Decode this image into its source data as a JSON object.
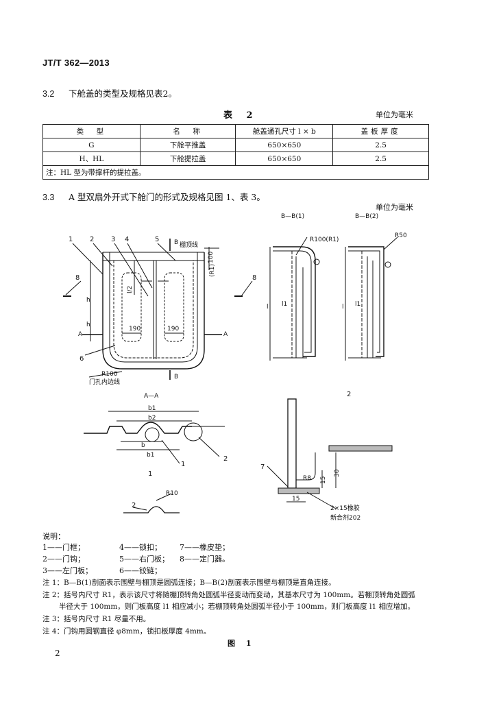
{
  "header": "JT/T 362—2013",
  "sec32": {
    "num": "3.2",
    "text": "下舱盖的类型及规格见表2。"
  },
  "table2": {
    "caption": "表 2",
    "unit": "单位为毫米",
    "headers": [
      "类　型",
      "名　称",
      "舱盖通孔尺寸 l × b",
      "盖板厚度"
    ],
    "rows": [
      [
        "G",
        "下舱平推盖",
        "650×650",
        "2.5"
      ],
      [
        "H、HL",
        "下舱提拉盖",
        "650×650",
        "2.5"
      ]
    ],
    "note": "注：HL 型为带撑杆的提拉盖。"
  },
  "sec33": {
    "num": "3.3",
    "text": "A 型双扇外开式下舱门的形式及规格见图 1、表 3。"
  },
  "fig_unit": "单位为毫米",
  "fig": {
    "bb1": "B—B(1)",
    "bb2": "B—B(2)",
    "aa": "A—A",
    "r100r1": "R100(R1)",
    "r50": "R50",
    "r100": "R100",
    "r10": "R10",
    "ceiling_line": "棚顶线",
    "door_edge": "门孔内边线",
    "dim_190a": "190",
    "dim_190b": "190",
    "dim_100": "100",
    "dim_r1": "(R1)",
    "dim_l": "l",
    "dim_l1": "l1",
    "dim_l2": "l/2",
    "dim_h": "h",
    "dim_b": "b",
    "dim_b1": "b1",
    "dim_b2": "b2",
    "dim_30": "30",
    "dim_15a": "15",
    "dim_15b": "15",
    "dim_r8": "R8",
    "rubber": "2×15橡胶",
    "glue": "新合剂202",
    "label_A": "A",
    "label_B": "B",
    "callouts": [
      "1",
      "2",
      "3",
      "4",
      "5",
      "6",
      "7",
      "8"
    ],
    "detail1": "1",
    "detail2": "2"
  },
  "legend": {
    "title": "说明：",
    "rows": [
      [
        "1——门框；",
        "4——锁扣；",
        "7——橡皮垫；"
      ],
      [
        "2——门钩；",
        "5——右门板；",
        "8——定门器。"
      ],
      [
        "3——左门板；",
        "6——铰链；",
        ""
      ]
    ]
  },
  "notes": [
    "注 1：B—B(1)剖面表示围壁与棚顶是圆弧连接；B—B(2)剖面表示围壁与棚顶是直角连接。",
    "注 2：括号内尺寸 R1，表示该尺寸将随棚顶转角处圆弧半径变动而变动，其基本尺寸为 100mm。若棚顶转角处圆弧",
    "半径大于 100mm，则门板高度 l1 相应减小；若棚顶转角处圆弧半径小于 100mm，则门板高度 l1 相应增加。",
    "注 3：括号内尺寸 R1 尽量不用。",
    "注 4：门钩用圆钢直径 φ8mm，锁扣板厚度 4mm。"
  ],
  "fig_caption": "图 1",
  "page_number": "2"
}
